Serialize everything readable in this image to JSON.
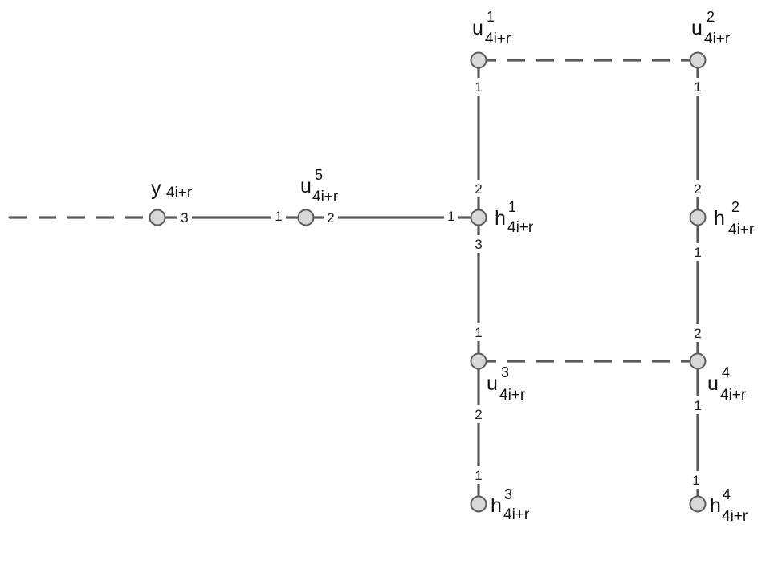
{
  "graph": {
    "nodes": {
      "y": {
        "base": "y",
        "sup": "",
        "sub": "4i+r"
      },
      "u5": {
        "base": "u",
        "sup": "5",
        "sub": "4i+r"
      },
      "h1": {
        "base": "h",
        "sup": "1",
        "sub": "4i+r"
      },
      "u1": {
        "base": "u",
        "sup": "1",
        "sub": "4i+r"
      },
      "u2": {
        "base": "u",
        "sup": "2",
        "sub": "4i+r"
      },
      "h2": {
        "base": "h",
        "sup": "2",
        "sub": "4i+r"
      },
      "u3": {
        "base": "u",
        "sup": "3",
        "sub": "4i+r"
      },
      "u4": {
        "base": "u",
        "sup": "4",
        "sub": "4i+r"
      },
      "h3": {
        "base": "h",
        "sup": "3",
        "sub": "4i+r"
      },
      "h4": {
        "base": "h",
        "sup": "4",
        "sub": "4i+r"
      }
    },
    "ports": {
      "y_u5_at_y": "3",
      "y_u5_at_u5": "1",
      "u5_h1_at_u5": "2",
      "u5_h1_at_h1": "1",
      "u1_h1_at_u1": "1",
      "u1_h1_at_h1": "2",
      "h1_u3_at_h1": "3",
      "h1_u3_at_u3": "1",
      "u2_h2_at_u2": "1",
      "u2_h2_at_h2": "2",
      "h2_u4_at_h2": "1",
      "h2_u4_at_u4": "2",
      "u3_h3_at_u3": "2",
      "u3_h3_at_h3": "1",
      "u4_h4_at_u4": "1",
      "u4_h4_at_h4": "1"
    }
  }
}
